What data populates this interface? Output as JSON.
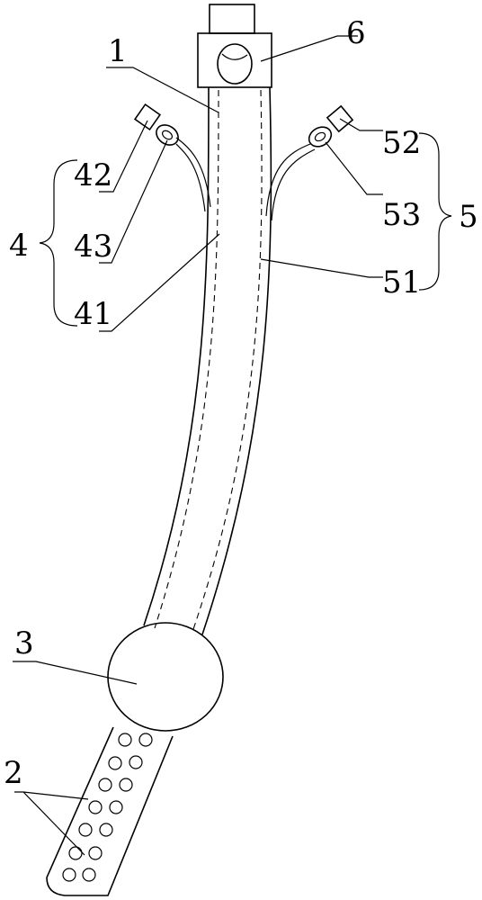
{
  "labels": {
    "l1": "1",
    "l2": "2",
    "l3": "3",
    "l4": "4",
    "l5": "5",
    "l6": "6",
    "l41": "41",
    "l42": "42",
    "l43": "43",
    "l51": "51",
    "l52": "52",
    "l53": "53"
  }
}
